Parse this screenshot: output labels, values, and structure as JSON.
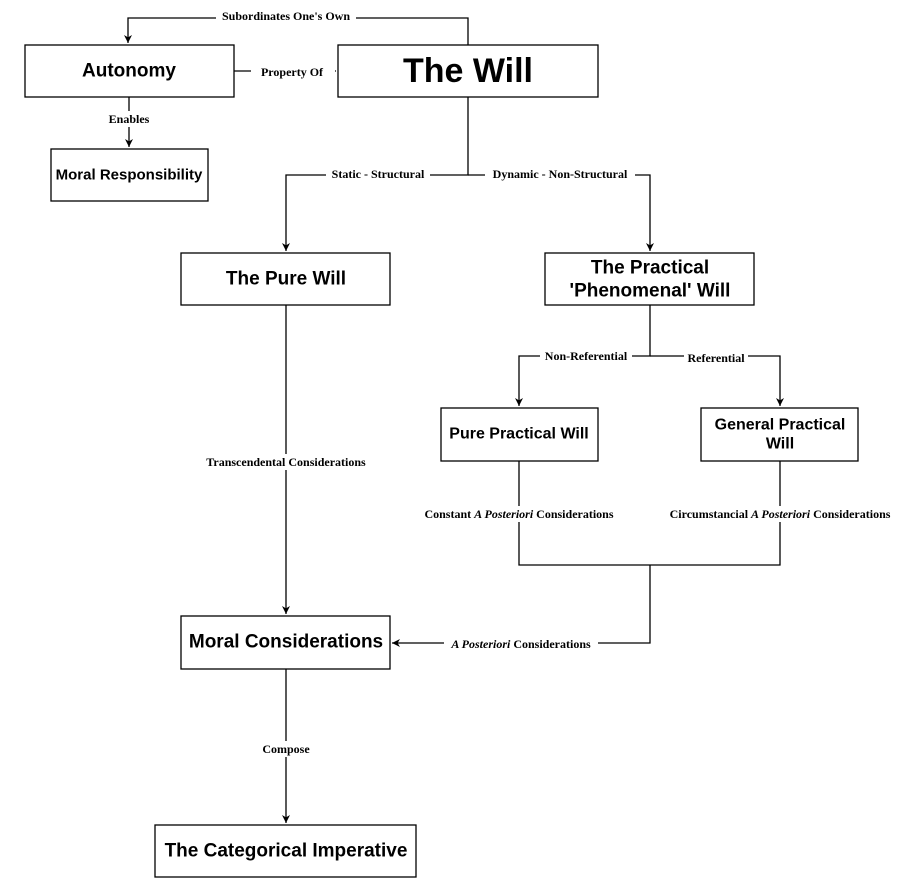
{
  "nodes": {
    "the_will": "The Will",
    "autonomy": "Autonomy",
    "moral_responsibility": "Moral Responsibility",
    "pure_will": "The Pure Will",
    "practical_will_line1": "The Practical",
    "practical_will_line2": "'Phenomenal' Will",
    "pure_practical_will": "Pure Practical Will",
    "general_practical_will_line1": "General Practical",
    "general_practical_will_line2": "Will",
    "moral_considerations": "Moral Considerations",
    "categorical_imperative": "The Categorical Imperative"
  },
  "edges": {
    "subordinates": "Subordinates One's Own",
    "property_of": "Property Of",
    "enables": "Enables",
    "static_structural": "Static - Structural",
    "dynamic_non_structural": "Dynamic - Non-Structural",
    "non_referential": "Non-Referential",
    "referential": "Referential",
    "transcendental": "Transcendental Considerations",
    "constant_pre": "Constant ",
    "constant_ital": "A Posteriori",
    "constant_post": " Considerations",
    "circumstancial_pre": "Circumstancial ",
    "circumstancial_ital": "A Posteriori",
    "circumstancial_post": " Considerations",
    "aposteriori_ital": "A Posteriori",
    "aposteriori_post": " Considerations",
    "compose": "Compose"
  }
}
